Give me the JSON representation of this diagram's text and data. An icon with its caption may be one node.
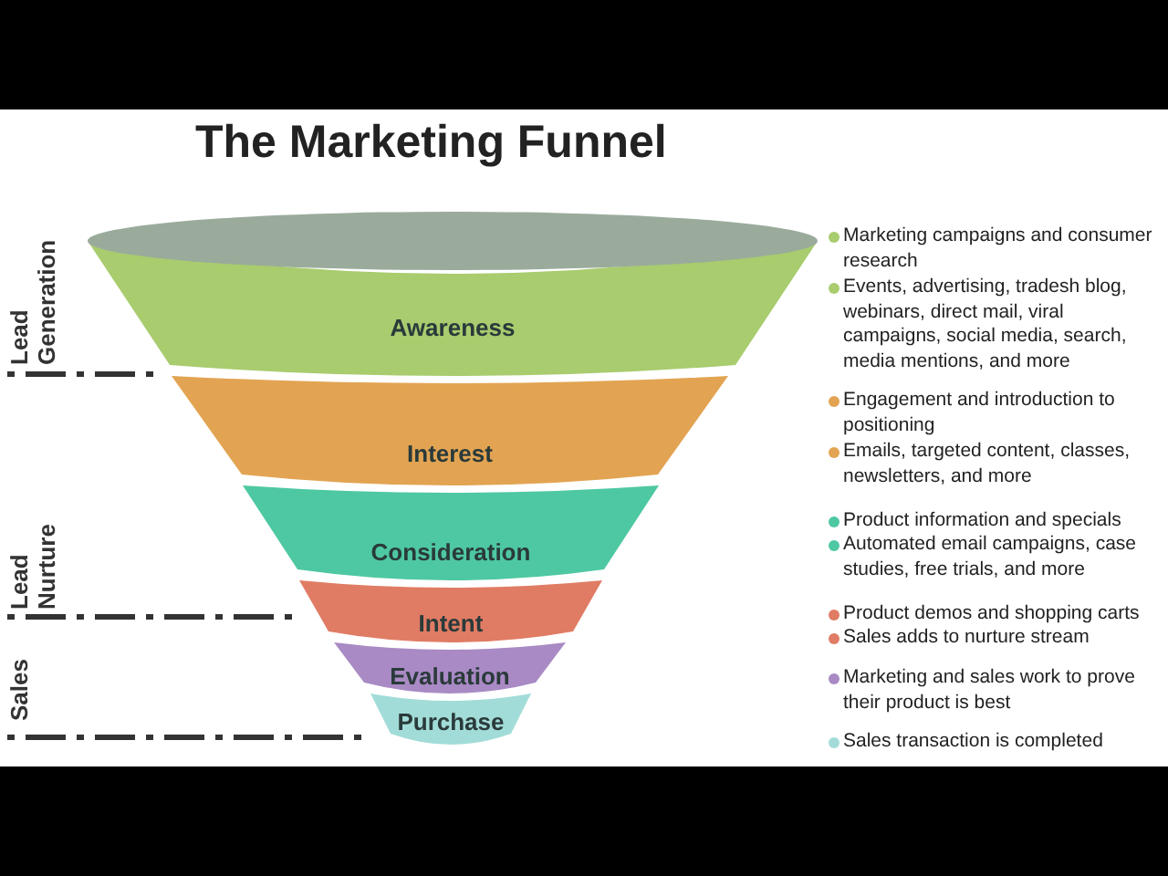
{
  "diagram": {
    "title": "The Marketing Funnel",
    "nodes": [
      {
        "text": [
          "Awareness"
        ]
      },
      {
        "text": [
          "Interest"
        ]
      },
      {
        "text": [
          "Consideration"
        ]
      },
      {
        "text": [
          "Intent"
        ]
      },
      {
        "text": [
          "Evaluation"
        ]
      },
      {
        "text": [
          "Purchase"
        ]
      }
    ],
    "edges": [],
    "labels": [
      "Lead Generation",
      "Lead Nurture",
      "Sales",
      "Marketing campaigns and consumer research",
      "Events, advertising, tradesh blog, webinars, direct mail, viral campaigns, social media, search, media mentions, and more",
      "Engagement and introduction to positioning",
      "Emails, targeted content, classes, newsletters, and more",
      "Product information and specials",
      "Automated email campaigns, case studies, free trials, and more",
      "Product demos and shopping carts",
      "Sales adds to nurture stream",
      "Marketing and sales work to prove their product is best",
      "Sales transaction is completed"
    ]
  }
}
